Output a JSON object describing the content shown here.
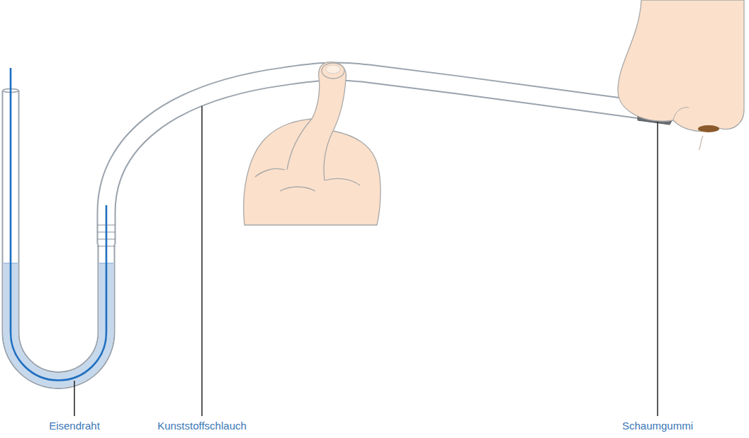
{
  "diagram": {
    "labels": [
      "Eisendraht",
      "Kunststoffschlauch",
      "Schaumgummi"
    ]
  }
}
